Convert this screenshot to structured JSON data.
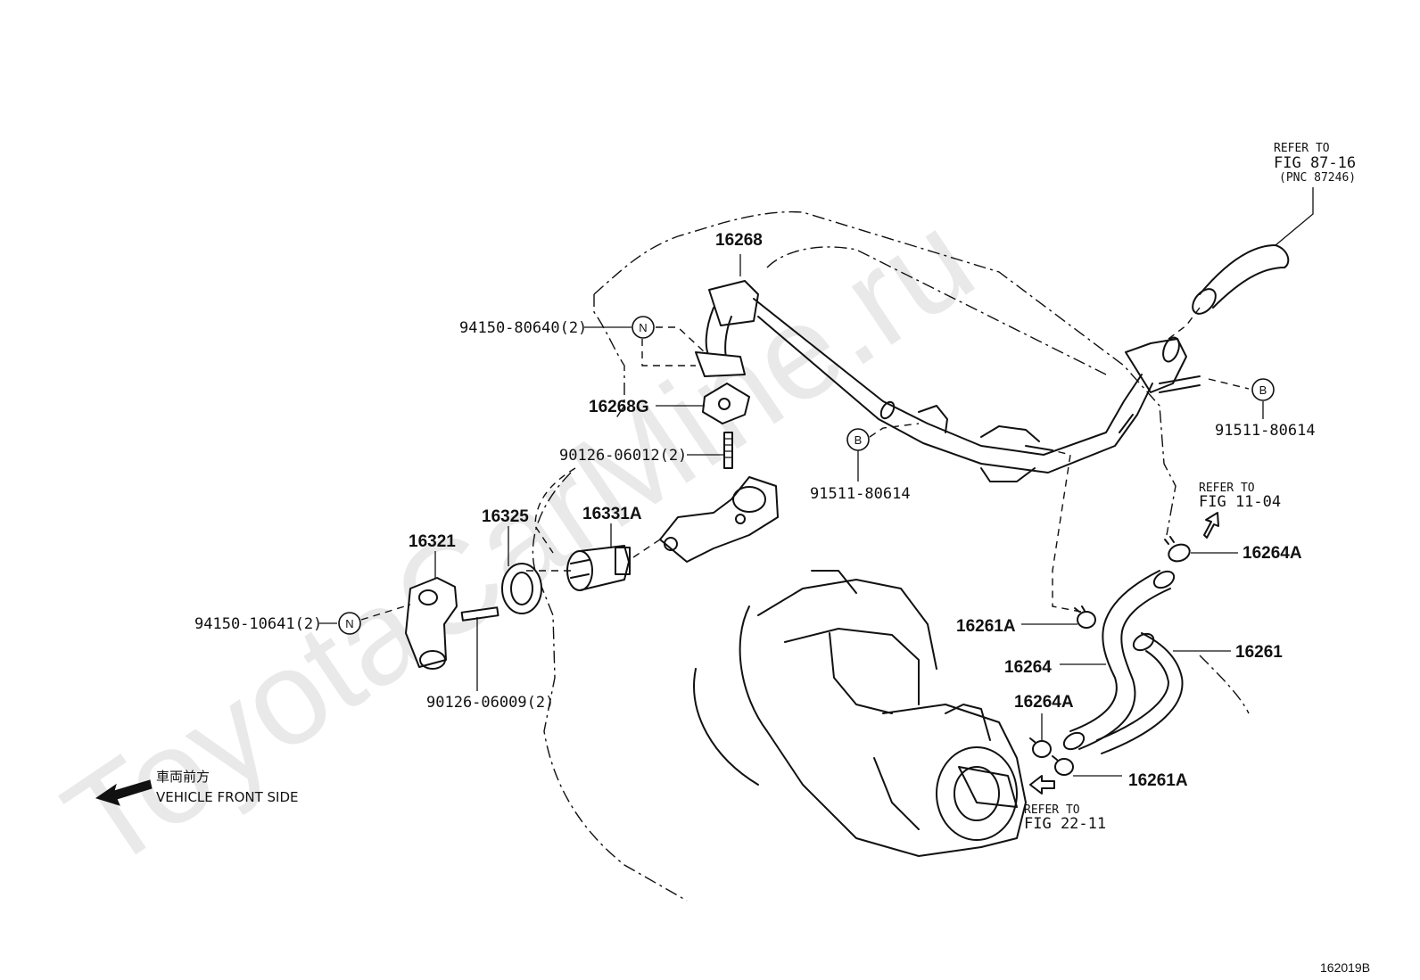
{
  "watermark": "ToyotaCarMine.ru",
  "figure_number": "162019B",
  "direction_note": {
    "jp": "車両前方",
    "en": "VEHICLE FRONT SIDE"
  },
  "callouts": [
    {
      "id": "16268",
      "text": "16268"
    },
    {
      "id": "94150-80640",
      "text": "94150-80640(2)",
      "mark": "N"
    },
    {
      "id": "16268G",
      "text": "16268G"
    },
    {
      "id": "90126-06012",
      "text": "90126-06012(2)"
    },
    {
      "id": "91511-80614-a",
      "text": "91511-80614",
      "mark": "B"
    },
    {
      "id": "91511-80614-b",
      "text": "91511-80614",
      "mark": "B"
    },
    {
      "id": "16325",
      "text": "16325"
    },
    {
      "id": "16331A",
      "text": "16331A"
    },
    {
      "id": "16321",
      "text": "16321"
    },
    {
      "id": "94150-10641",
      "text": "94150-10641(2)",
      "mark": "N"
    },
    {
      "id": "90126-06009",
      "text": "90126-06009(2)"
    },
    {
      "id": "16264A-top",
      "text": "16264A"
    },
    {
      "id": "16261A-mid",
      "text": "16261A"
    },
    {
      "id": "16261",
      "text": "16261"
    },
    {
      "id": "16264",
      "text": "16264"
    },
    {
      "id": "16264A-bottom",
      "text": "16264A"
    },
    {
      "id": "16261A-bottom",
      "text": "16261A"
    }
  ],
  "references": [
    {
      "id": "ref-87-16",
      "line1": "REFER TO",
      "line2": "FIG 87-16",
      "line3": "(PNC 87246)"
    },
    {
      "id": "ref-11-04",
      "line1": "REFER TO",
      "line2": "FIG 11-04"
    },
    {
      "id": "ref-22-11",
      "line1": "REFER TO",
      "line2": "FIG 22-11"
    }
  ]
}
